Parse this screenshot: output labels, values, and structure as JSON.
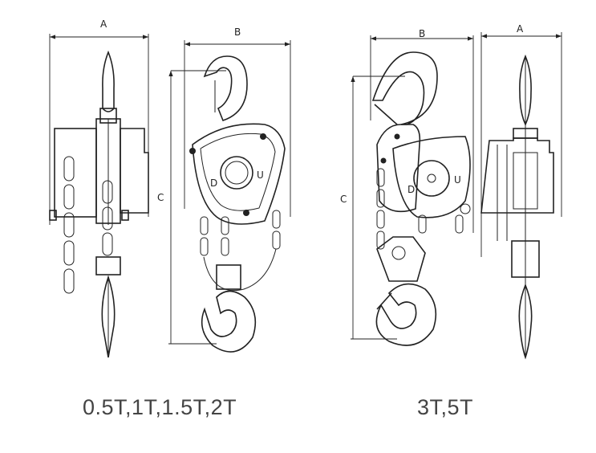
{
  "dimensions": {
    "a": "A",
    "b": "B",
    "c": "C"
  },
  "captions": {
    "small_models": "0.5T,1T,1.5T,2T",
    "large_models": "3T,5T"
  },
  "front_labels": {
    "down": "D",
    "up": "U"
  }
}
